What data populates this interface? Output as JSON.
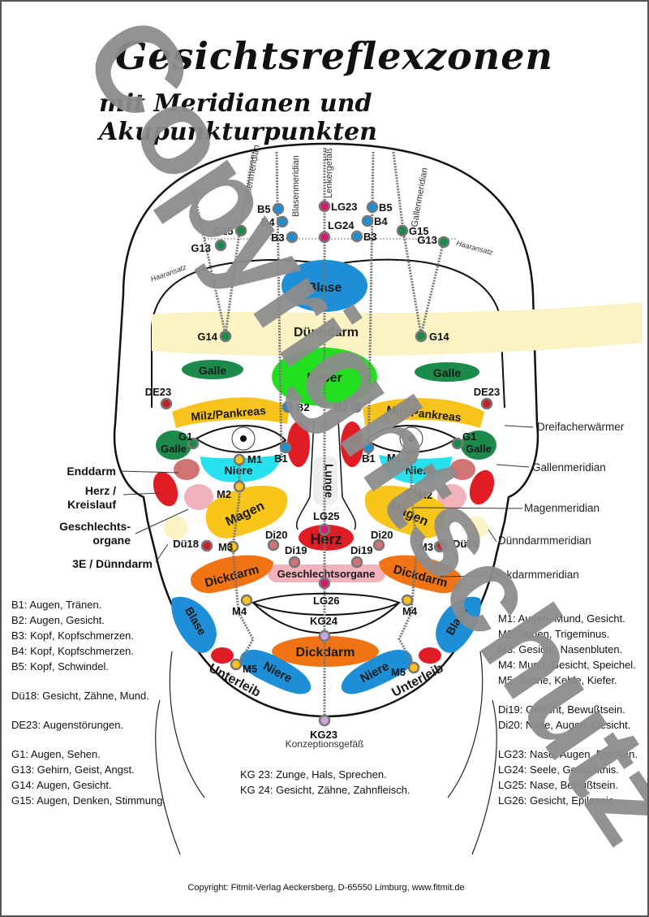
{
  "title": {
    "main": "Gesichtsreflexzonen",
    "sub": "mit Meridianen und Akupunkturpunkten"
  },
  "zones": {
    "blase_forehead": "Blase",
    "duenndarm_forehead": "Dünndarm",
    "leber": "Leber",
    "galle_left": "Galle",
    "galle_right": "Galle",
    "milz_left": "Milz/Pankreas",
    "milz_right": "Milz/Pankreas",
    "galle_g1_left": "Galle",
    "galle_g1_right": "Galle",
    "niere_left": "Niere",
    "niere_right": "Niere",
    "magen_left": "Magen",
    "magen_right": "Magen",
    "herz_center": "Herz",
    "lunge": "Lunge",
    "geschlechtsorgane": "Geschlechtsorgane",
    "dickdarm_left": "Dickdarm",
    "dickdarm_right": "Dickdarm",
    "dickdarm_chin": "Dickdarm",
    "blase_left": "Blase",
    "blase_right": "Blase",
    "niere_chin_left": "Niere",
    "niere_chin_right": "Niere",
    "unterleib_left": "Unterleib",
    "unterleib_right": "Unterleib"
  },
  "points": {
    "B1": "B1",
    "B2": "B2",
    "B3": "B3",
    "B4": "B4",
    "B5": "B5",
    "G1": "G1",
    "G13": "G13",
    "G14": "G14",
    "G15": "G15",
    "LG23": "LG23",
    "LG24": "LG24",
    "LG25": "LG25",
    "LG26": "LG26",
    "DE23": "DE23",
    "Du18": "Dü18",
    "M1": "M1",
    "M2": "M2",
    "M3": "M3",
    "M4": "M4",
    "M5": "M5",
    "Di19": "Di19",
    "Di20": "Di20",
    "KG23": "KG23",
    "KG24": "KG24"
  },
  "meridian_labels": {
    "gallenmeridian_top_left": "Gallenmeridian",
    "blasenmeridian_top": "Blasenmeridian",
    "lenkergefaess": "Lenkergefäß",
    "gallenmeridian_top_right": "Gallenmeridian",
    "haaransatz_left": "Haaransatz",
    "haaransatz_right": "Haaransatz",
    "konzeptionsgefaess": "Konzeptionsgefäß"
  },
  "side_labels_left": [
    "Enddarm",
    "Herz /\nKreislauf",
    "Geschlechts-\norgane",
    "3E / Dünndarm"
  ],
  "side_labels_right": [
    "Dreifacherwärmer",
    "Gallenmeridian",
    "Magenmeridian",
    "Dünndarmmeridian",
    "Dickdarmmeridian"
  ],
  "legend_left": [
    [
      "B1: Augen, Tränen.",
      "B2: Augen, Gesicht.",
      "B3: Kopf, Kopfschmerzen.",
      "B4: Kopf, Kopfschmerzen.",
      "B5: Kopf, Schwindel."
    ],
    [
      "Dü18: Gesicht, Zähne, Mund."
    ],
    [
      "DE23: Augenstörungen."
    ],
    [
      "G1: Augen, Sehen.",
      "G13: Gehirn, Geist, Angst.",
      "G14: Augen, Gesicht.",
      "G15: Augen, Denken, Stimmung."
    ]
  ],
  "legend_center": [
    "KG 23: Zunge, Hals, Sprechen.",
    "KG 24: Gesicht, Zähne, Zahnfleisch."
  ],
  "legend_right": [
    [
      "M1: Augen, Mund, Gesicht.",
      "M2: Sehen, Trigeminus.",
      "M3: Gesicht, Nasenbluten.",
      "M4: Mund, Gesicht, Speichel.",
      "M5: Zähne, Kehle, Kiefer."
    ],
    [
      "Di19: Gesicht, Bewußtsein.",
      "Di20: Nase, Augen, Gesicht."
    ],
    [
      "LG23: Nase, Augen, Riechen.",
      "LG24: Seele, Gedächtnis.",
      "LG25: Nase, Bewußtsein.",
      "LG26: Gesicht, Epilepsie."
    ]
  ],
  "copyright": "Copyright: Fitmit-Verlag Aeckersberg, D-65550 Limburg, www.fitmit.de",
  "watermark": "Copyrightschutz",
  "colors": {
    "blase": "#1e8fd6",
    "leber": "#22e01f",
    "galle": "#1b8a4a",
    "milz": "#f7c31c",
    "niere": "#27e2ee",
    "magen": "#f8c51a",
    "dickdarm": "#f07414",
    "herz": "#e01c24",
    "geschlecht": "#f2b2bb",
    "duenndarm": "#fbf3c3",
    "enddarm": "#d17474",
    "watermark": "#8c8c8c"
  }
}
